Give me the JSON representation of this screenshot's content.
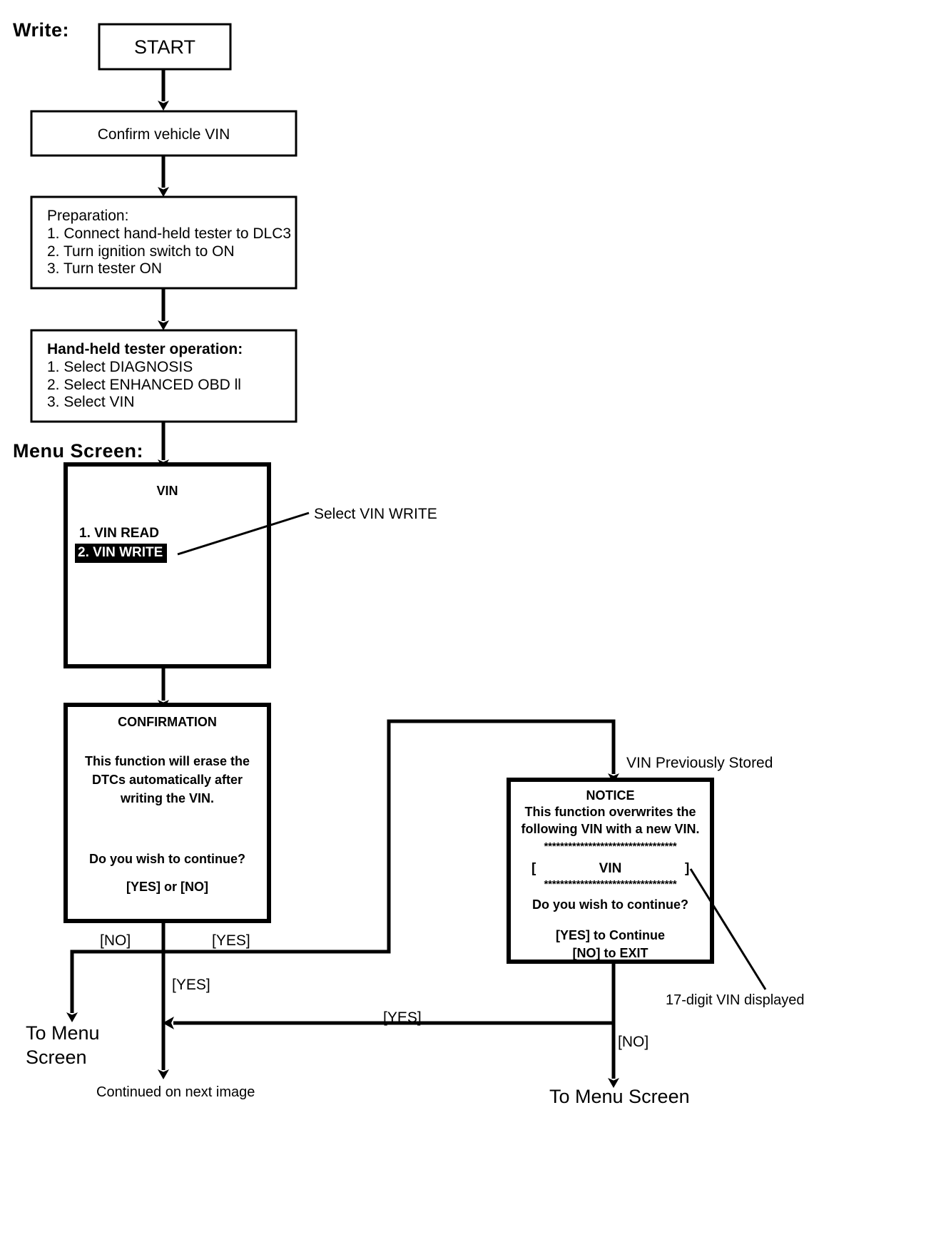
{
  "diagram": {
    "title": "Write:",
    "menu_screen_label": "Menu Screen:"
  },
  "nodes": {
    "start": {
      "label": "START"
    },
    "confirm_vin": {
      "label": "Confirm vehicle VIN"
    },
    "preparation": {
      "heading": "Preparation:",
      "steps": [
        "1. Connect hand-held tester to DLC3",
        "2. Turn ignition switch to ON",
        "3. Turn tester ON"
      ]
    },
    "tester_operation": {
      "heading": "Hand-held tester operation:",
      "steps": [
        "1. Select DIAGNOSIS",
        "2. Select ENHANCED OBD ll",
        "3. Select VIN"
      ]
    },
    "vin_menu": {
      "title": "VIN",
      "items": [
        {
          "label": "1. VIN READ",
          "selected": false
        },
        {
          "label": "2. VIN WRITE",
          "selected": true
        }
      ]
    },
    "confirmation": {
      "title": "CONFIRMATION",
      "body_lines": [
        "This function will erase the",
        "DTCs automatically after",
        "writing the VIN."
      ],
      "question": "Do you wish to continue?",
      "options": "[YES] or [NO]"
    },
    "notice": {
      "title": "NOTICE",
      "body_lines": [
        "This function overwrites the",
        "following VIN with a new VIN."
      ],
      "separator": "*********************************",
      "vin_field": {
        "open_bracket": "[",
        "value": "VIN",
        "close_bracket": "]"
      },
      "question": "Do you wish to continue?",
      "option_yes": "[YES] to Continue",
      "option_no": "[NO] to EXIT"
    }
  },
  "annotations": {
    "select_vin_write": "Select VIN WRITE",
    "vin_previously_stored": "VIN Previously Stored",
    "seventeen_digit_vin": "17-digit VIN displayed"
  },
  "edges": {
    "confirmation_no": "[NO]",
    "confirmation_yes_right": "[YES]",
    "confirmation_yes_down": "[YES]",
    "notice_yes": "[YES]",
    "notice_no": "[NO]"
  },
  "terminals": {
    "to_menu_screen_left_line1": "To Menu",
    "to_menu_screen_left_line2": "Screen",
    "continued": "Continued on next image",
    "to_menu_screen_right": "To Menu Screen"
  }
}
